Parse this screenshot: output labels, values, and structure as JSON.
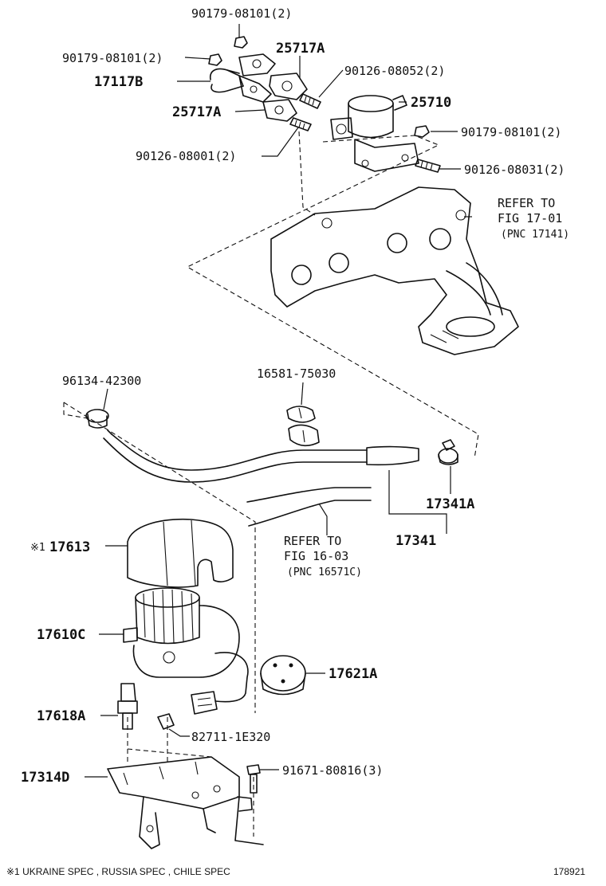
{
  "labels": {
    "p90179_top": "90179-08101(2)",
    "p90179_left": "90179-08101(2)",
    "p25717A_top": "25717A",
    "p17117B": "17117B",
    "p90126_08052": "90126-08052(2)",
    "p25710": "25710",
    "p25717A_mid": "25717A",
    "p90179_right": "90179-08101(2)",
    "p90126_08001": "90126-08001(2)",
    "p90126_08031": "90126-08031(2)",
    "refer_17": [
      "REFER TO",
      "FIG 17-01",
      "(PNC 17141)"
    ],
    "p96134": "96134-42300",
    "p16581": "16581-75030",
    "p17341A": "17341A",
    "p17341": "17341",
    "refer_16": [
      "REFER TO",
      "FIG 16-03",
      "(PNC 16571C)"
    ],
    "p17613_mark": "※1",
    "p17613": "17613",
    "p17610C": "17610C",
    "p17621A": "17621A",
    "p17618A": "17618A",
    "p82711": "82711-1E320",
    "p17314D": "17314D",
    "p91671": "91671-80816(3)"
  },
  "footer": {
    "note": "※1 UKRAINE SPEC , RUSSIA SPEC , CHILE SPEC",
    "diagram_number": "178921"
  }
}
